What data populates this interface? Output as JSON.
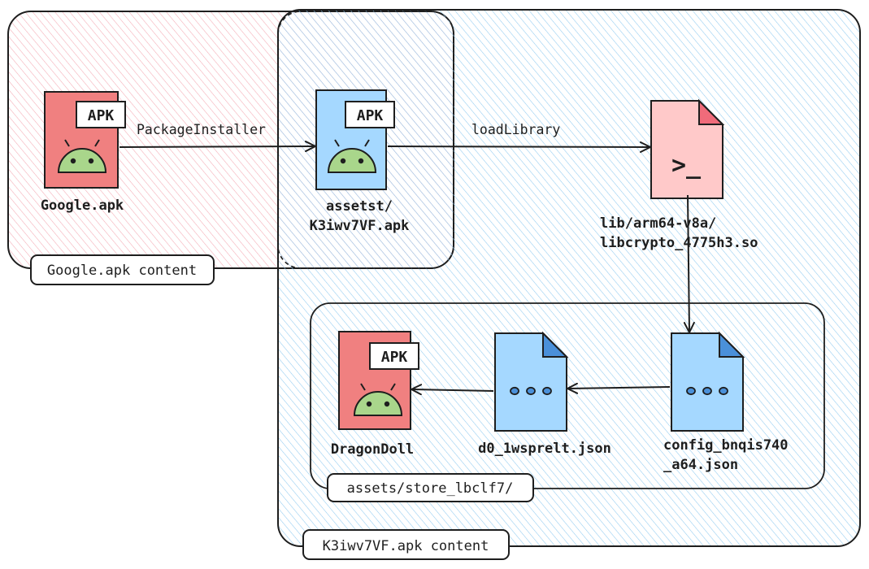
{
  "containers": {
    "google_content_label": "Google.apk content",
    "k3_content_label": "K3iwv7VF.apk content",
    "store_label": "assets/store_lbclf7/"
  },
  "files": {
    "google_apk": {
      "badge": "APK",
      "name": "Google.apk"
    },
    "assets_apk": {
      "badge": "APK",
      "name_line1": "assetst/",
      "name_line2": "K3iwv7VF.apk"
    },
    "libcrypto": {
      "glyph": ">_",
      "name_line1": "lib/arm64-v8a/",
      "name_line2": "libcrypto_4775h3.so"
    },
    "dragondoll": {
      "badge": "APK",
      "name": "DragonDoll"
    },
    "d0_json": {
      "name": "d0_1wsprelt.json"
    },
    "config_json": {
      "name_line1": "config_bnqis740",
      "name_line2": "_a64.json"
    }
  },
  "edges": {
    "install": "PackageInstaller",
    "load": "loadLibrary"
  },
  "colors": {
    "pink_fill": "#f9c9cf",
    "blue_fill": "#a5d8f7",
    "apk_red": "#f08080",
    "android_green": "#a9d68b",
    "file_pink": "#ffc9c9",
    "file_pink_corner": "#f06b7a",
    "file_blue": "#a5d8ff",
    "file_blue_corner": "#4a90d9",
    "stroke": "#1e1e1e"
  }
}
